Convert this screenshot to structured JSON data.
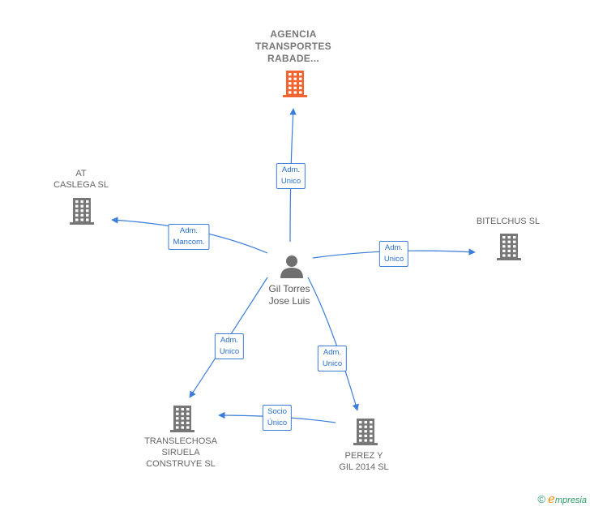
{
  "colors": {
    "edge": "#3b7dd8",
    "company": "#777777",
    "highlight": "#f26430",
    "person": "#6f6f6f"
  },
  "center": {
    "name_lines": [
      "Gil Torres",
      "Jose Luis"
    ],
    "icon": "person-icon"
  },
  "companies": [
    {
      "id": "agencia",
      "name_lines": [
        "AGENCIA",
        "TRANSPORTES",
        "RABADE..."
      ],
      "highlight": true,
      "icon": "building-icon"
    },
    {
      "id": "at-caslega",
      "name_lines": [
        "AT",
        "CASLEGA  SL"
      ],
      "highlight": false,
      "icon": "building-icon"
    },
    {
      "id": "bitelchus",
      "name_lines": [
        "BITELCHUS SL"
      ],
      "highlight": false,
      "icon": "building-icon"
    },
    {
      "id": "translechosa",
      "name_lines": [
        "TRANSLECHOSA",
        "SIRUELA",
        "CONSTRUYE SL"
      ],
      "highlight": false,
      "icon": "building-icon"
    },
    {
      "id": "perez-gil",
      "name_lines": [
        "PEREZ Y",
        "GIL 2014  SL"
      ],
      "highlight": false,
      "icon": "building-icon"
    }
  ],
  "edges": [
    {
      "from": "center",
      "to": "agencia",
      "label_lines": [
        "Adm.",
        "Unico"
      ]
    },
    {
      "from": "center",
      "to": "at-caslega",
      "label_lines": [
        "Adm.",
        "Mancom."
      ]
    },
    {
      "from": "center",
      "to": "bitelchus",
      "label_lines": [
        "Adm.",
        "Unico"
      ]
    },
    {
      "from": "center",
      "to": "translechosa",
      "label_lines": [
        "Adm.",
        "Unico"
      ]
    },
    {
      "from": "center",
      "to": "perez-gil",
      "label_lines": [
        "Adm.",
        "Unico"
      ]
    },
    {
      "from": "perez-gil",
      "to": "translechosa",
      "label_lines": [
        "Socio",
        "Único"
      ]
    }
  ],
  "footer": {
    "copyright_symbol": "©",
    "brand_initial": "e",
    "brand_rest": "mpresia"
  }
}
